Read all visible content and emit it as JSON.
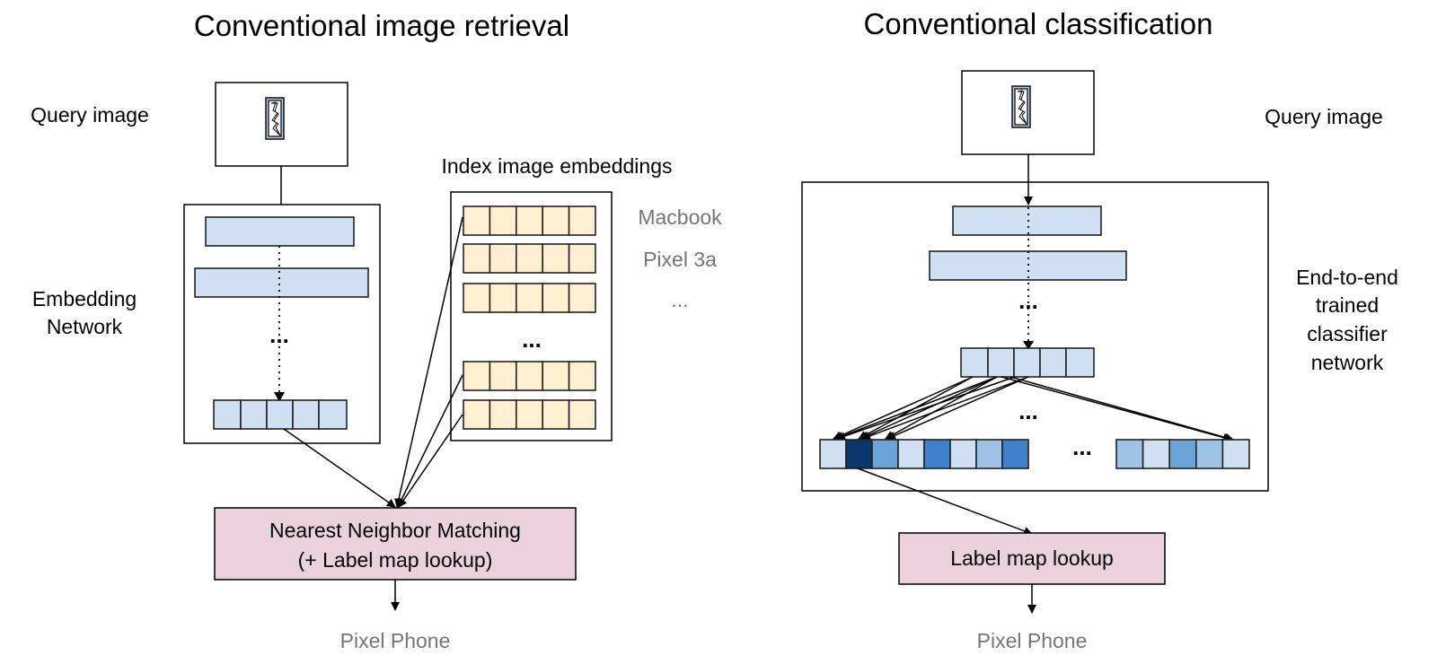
{
  "left_panel": {
    "title": "Conventional image retrieval",
    "query_label": "Query image",
    "query_icon": "phone-image-icon",
    "embedding_label_line1": "Embedding",
    "embedding_label_line2": "Network",
    "ellipsis": "...",
    "index_title": "Index image embeddings",
    "index_labels": [
      "Macbook",
      "Pixel 3a",
      "..."
    ],
    "index_ellipsis": "...",
    "matching_line1": "Nearest Neighbor Matching",
    "matching_line2": "(+ Label map lookup)",
    "output": "Pixel Phone"
  },
  "right_panel": {
    "title": "Conventional classification",
    "query_label": "Query image",
    "query_icon": "phone-image-icon",
    "network_label": [
      "End-to-end",
      "trained",
      "classifier",
      "network"
    ],
    "ellipsis": "...",
    "logits_ellipsis": "...",
    "logit_colors_group1": [
      "#cfe0f3",
      "#08376b",
      "#6aa4d9",
      "#cfe0f3",
      "#3d82c8",
      "#cfe0f3",
      "#9fc3e7",
      "#3d82c8"
    ],
    "logit_colors_group2": [
      "#9fc3e7",
      "#cfe0f3",
      "#6aa4d9",
      "#9fc3e7",
      "#cfe0f3"
    ],
    "lookup_label": "Label map lookup",
    "output": "Pixel Phone"
  }
}
